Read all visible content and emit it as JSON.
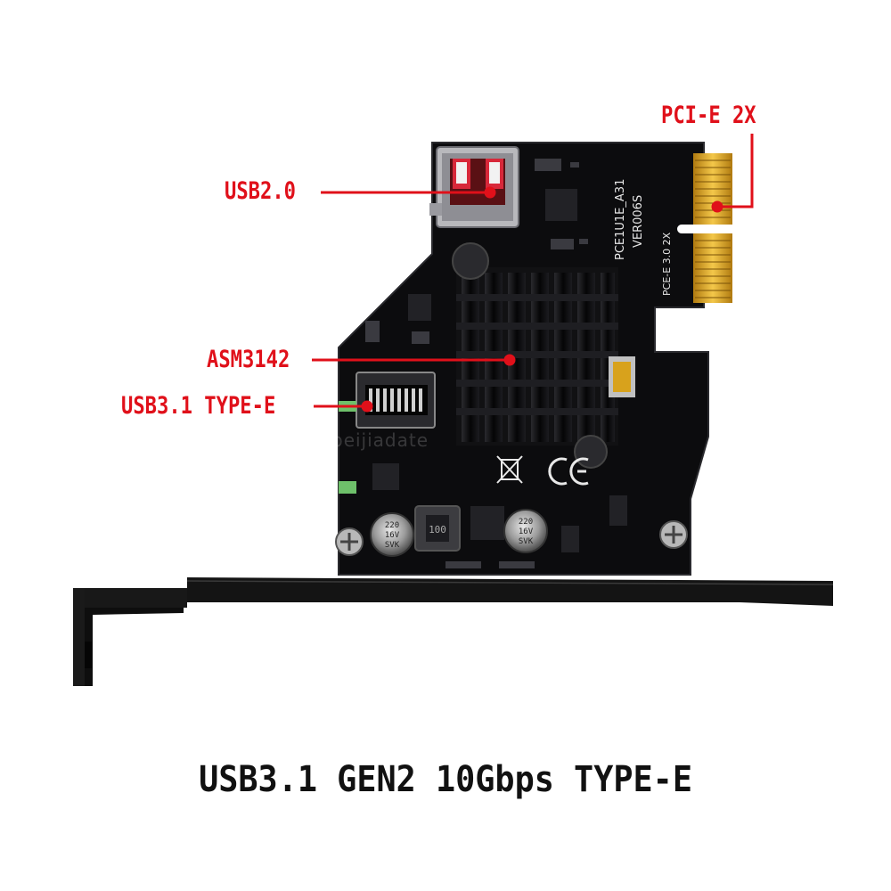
{
  "labels": {
    "pcie": "PCI-E 2X",
    "usb2": "USB2.0",
    "chip": "ASM3142",
    "type_e": "USB3.1 TYPE-E"
  },
  "caption": "USB3.1 GEN2 10Gbps TYPE-E",
  "watermark": "beijiadate",
  "silkscreen": {
    "model": "PCE1U1E_A31",
    "version": "VER006S",
    "slot": "PCE-E 3.0 2X",
    "cap_values": [
      "220",
      "16V",
      "SVK"
    ],
    "inductor": "100"
  },
  "colors": {
    "label_red": "#e0101a",
    "pcb": "#0c0c0e",
    "gold": "#d8a21c",
    "bracket": "#141414"
  },
  "icons": [
    "ce-mark-icon",
    "weee-bin-icon",
    "heatsink-icon"
  ]
}
